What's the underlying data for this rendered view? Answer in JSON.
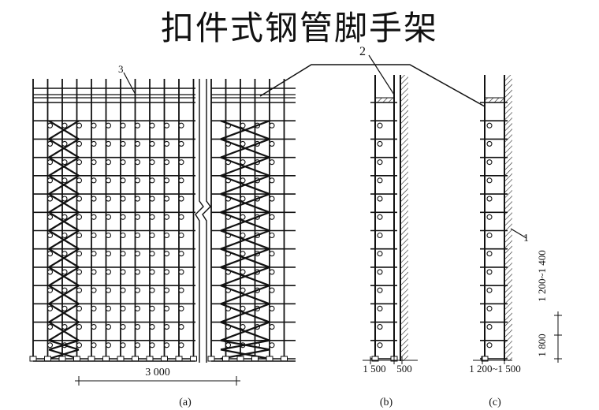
{
  "title": "扣件式钢管脚手架",
  "callouts": {
    "c1": "1",
    "c2": "2",
    "c3": "3"
  },
  "dimensions": {
    "a_width": "3 000",
    "b_widths": [
      "1 500",
      "500"
    ],
    "c_width": "1 200~1 500",
    "c_vertical_upper": "1 200~1 400",
    "c_vertical_lower": "1 800"
  },
  "captions": {
    "a": "(a)",
    "b": "(b)",
    "c": "(c)"
  }
}
